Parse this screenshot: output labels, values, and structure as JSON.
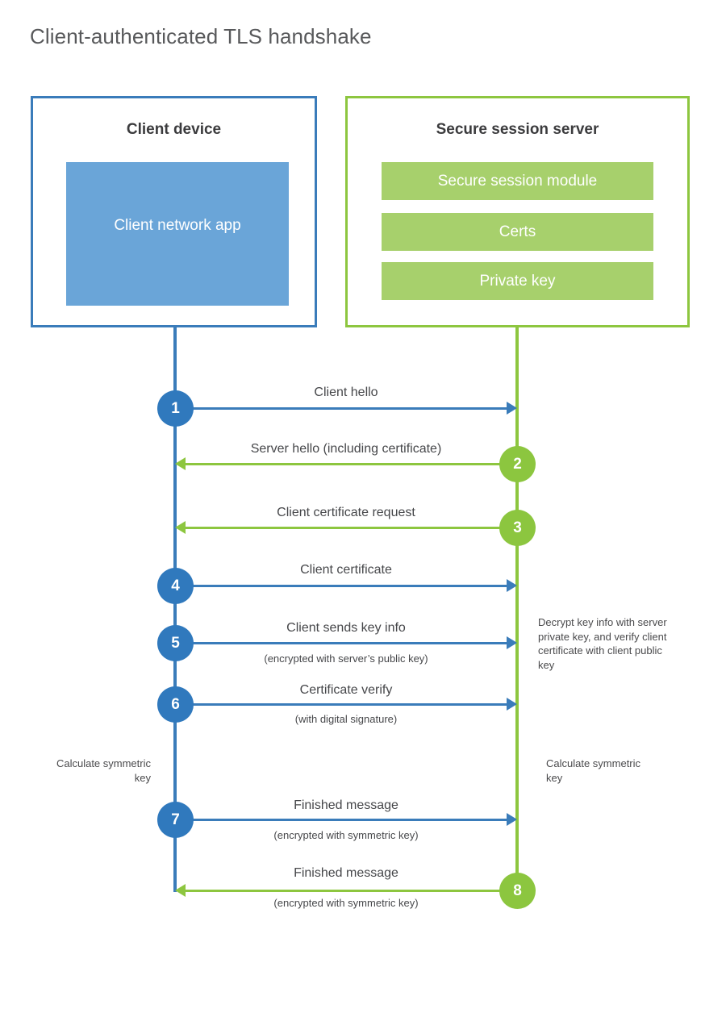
{
  "diagram": {
    "title": "Client-authenticated TLS handshake",
    "colors": {
      "client_blue": "#3a7cba",
      "client_fill": "#6aa5d8",
      "client_circle": "#3079bd",
      "server_green": "#8dc63f",
      "server_fill": "#a7d06c",
      "server_circle": "#8cc63f",
      "text_dark": "#46474a",
      "title_gray": "#58595b"
    }
  },
  "client": {
    "title": "Client device",
    "app_label": "Client network app"
  },
  "server": {
    "title": "Secure session server",
    "blocks": [
      {
        "label": "Secure session module"
      },
      {
        "label": "Certs"
      },
      {
        "label": "Private key"
      }
    ]
  },
  "steps": [
    {
      "num": "1",
      "label": "Client hello",
      "sublabel": "",
      "direction": "right"
    },
    {
      "num": "2",
      "label": "Server hello (including certificate)",
      "sublabel": "",
      "direction": "left"
    },
    {
      "num": "3",
      "label": "Client certificate request",
      "sublabel": "",
      "direction": "left"
    },
    {
      "num": "4",
      "label": "Client certificate",
      "sublabel": "",
      "direction": "right"
    },
    {
      "num": "5",
      "label": "Client sends key info",
      "sublabel": "(encrypted with server’s public key)",
      "direction": "right"
    },
    {
      "num": "6",
      "label": "Certificate verify",
      "sublabel": "(with digital signature)",
      "direction": "right"
    },
    {
      "num": "7",
      "label": "Finished message",
      "sublabel": "(encrypted with symmetric key)",
      "direction": "right"
    },
    {
      "num": "8",
      "label": "Finished message",
      "sublabel": "(encrypted with symmetric key)",
      "direction": "left"
    }
  ],
  "notes": {
    "server_decrypt": "Decrypt key info with server private key, and verify client certificate with client public key",
    "client_calculate": "Calculate symmetric key",
    "server_calculate": "Calculate symmetric key"
  }
}
